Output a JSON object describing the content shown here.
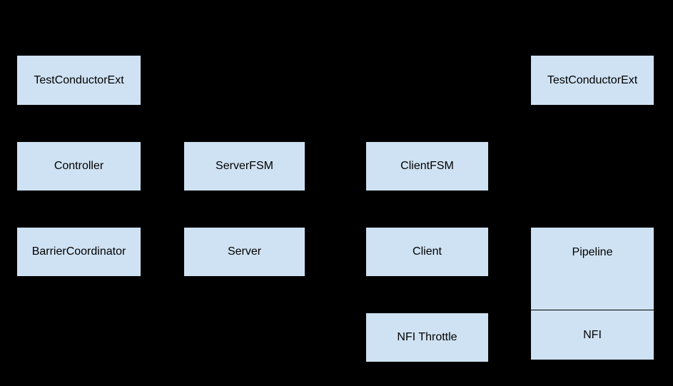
{
  "diagram": {
    "background_color": "#000000",
    "node_fill_color": "#cfe2f3",
    "node_border_color": "#000000",
    "node_text_color": "#000000",
    "nodes": [
      {
        "id": "testconductorext-left",
        "label": "TestConductorExt"
      },
      {
        "id": "controller",
        "label": "Controller"
      },
      {
        "id": "barriercoordinator",
        "label": "BarrierCoordinator"
      },
      {
        "id": "serverfsm",
        "label": "ServerFSM"
      },
      {
        "id": "server",
        "label": "Server"
      },
      {
        "id": "clientfsm",
        "label": "ClientFSM"
      },
      {
        "id": "client",
        "label": "Client"
      },
      {
        "id": "nfi-throttle",
        "label": "NFI Throttle"
      },
      {
        "id": "testconductorext-right",
        "label": "TestConductorExt"
      },
      {
        "id": "pipeline",
        "label": "Pipeline"
      },
      {
        "id": "nfi",
        "label": "NFI"
      }
    ]
  }
}
